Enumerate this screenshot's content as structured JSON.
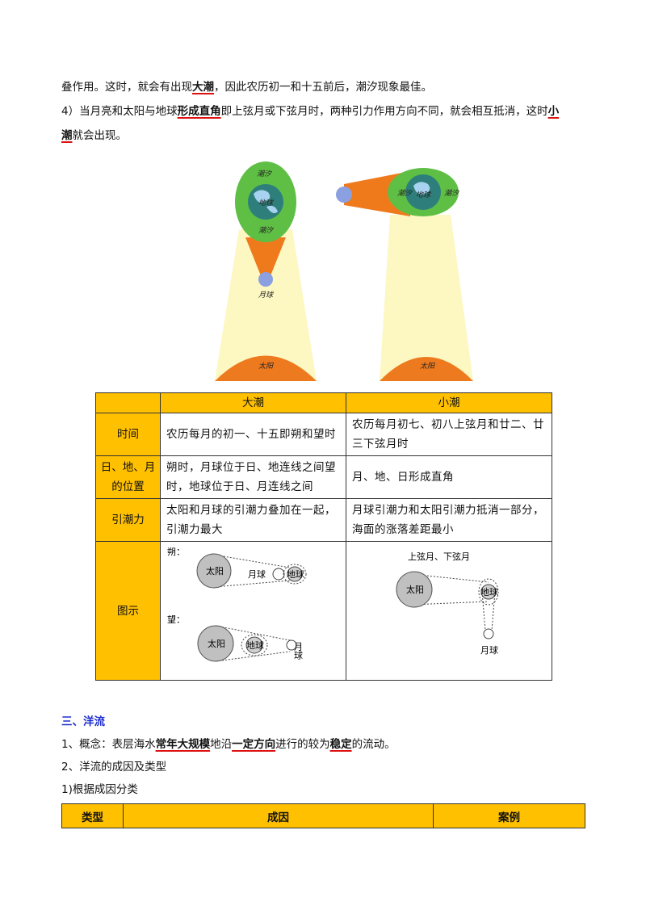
{
  "intro": {
    "line1_a": "叠作用。这时，就会有出现",
    "line1_b": "大潮",
    "line1_c": "，因此农历初一和十五前后，潮汐现象最佳。",
    "line2_a": "4）当月亮和太阳与地球",
    "line2_b": "形成直角",
    "line2_c": "即上弦月或下弦月时，两种引力作用方向不同，就会相互抵消，这时",
    "line2_d": "小",
    "line3_a": "潮",
    "line3_b": "就会出现。"
  },
  "figure_left": {
    "top_label": "潮汐",
    "earth_label": "地球",
    "bottom_label": "潮汐",
    "moon_label": "月球",
    "sun_label": "太阳"
  },
  "figure_right": {
    "left_label": "潮汐",
    "earth_label": "地球",
    "right_label": "潮汐",
    "sun_label": "太阳"
  },
  "tide_table": {
    "header": [
      "",
      "大潮",
      "小潮"
    ],
    "rows": [
      {
        "label": "时间",
        "spring": "农历每月的初一、十五即朔和望时",
        "neap": "农历每月初七、初八上弦月和廿二、廿三下弦月时"
      },
      {
        "label": "日、地、月的位置",
        "spring": "朔时，月球位于日、地连线之间望时，地球位于日、月连线之间",
        "neap": "月、地、日形成直角"
      },
      {
        "label": "引潮力",
        "spring": "太阳和月球的引潮力叠加在一起，引潮力最大",
        "neap": "月球引潮力和太阳引潮力抵消一部分，海面的涨落差距最小"
      },
      {
        "label": "图示"
      }
    ],
    "spring_diagram": {
      "shuo": "朔：",
      "wang": "望：",
      "sun": "太阳",
      "moon": "月球",
      "earth": "地球"
    },
    "neap_diagram": {
      "title": "上弦月、下弦月",
      "sun": "太阳",
      "earth": "地球",
      "moon": "月球"
    }
  },
  "section3": {
    "heading": "三、洋流",
    "concept_a": "1、概念：表层海水",
    "concept_b": "常年大规模",
    "concept_c": "地沿",
    "concept_d": "一定方向",
    "concept_e": "进行的较为",
    "concept_f": "稳定",
    "concept_g": "的流动。",
    "item2": "2、洋流的成因及类型",
    "item2_1": "1)根据成因分类",
    "table_headers": [
      "类型",
      "成因",
      "案例"
    ]
  }
}
